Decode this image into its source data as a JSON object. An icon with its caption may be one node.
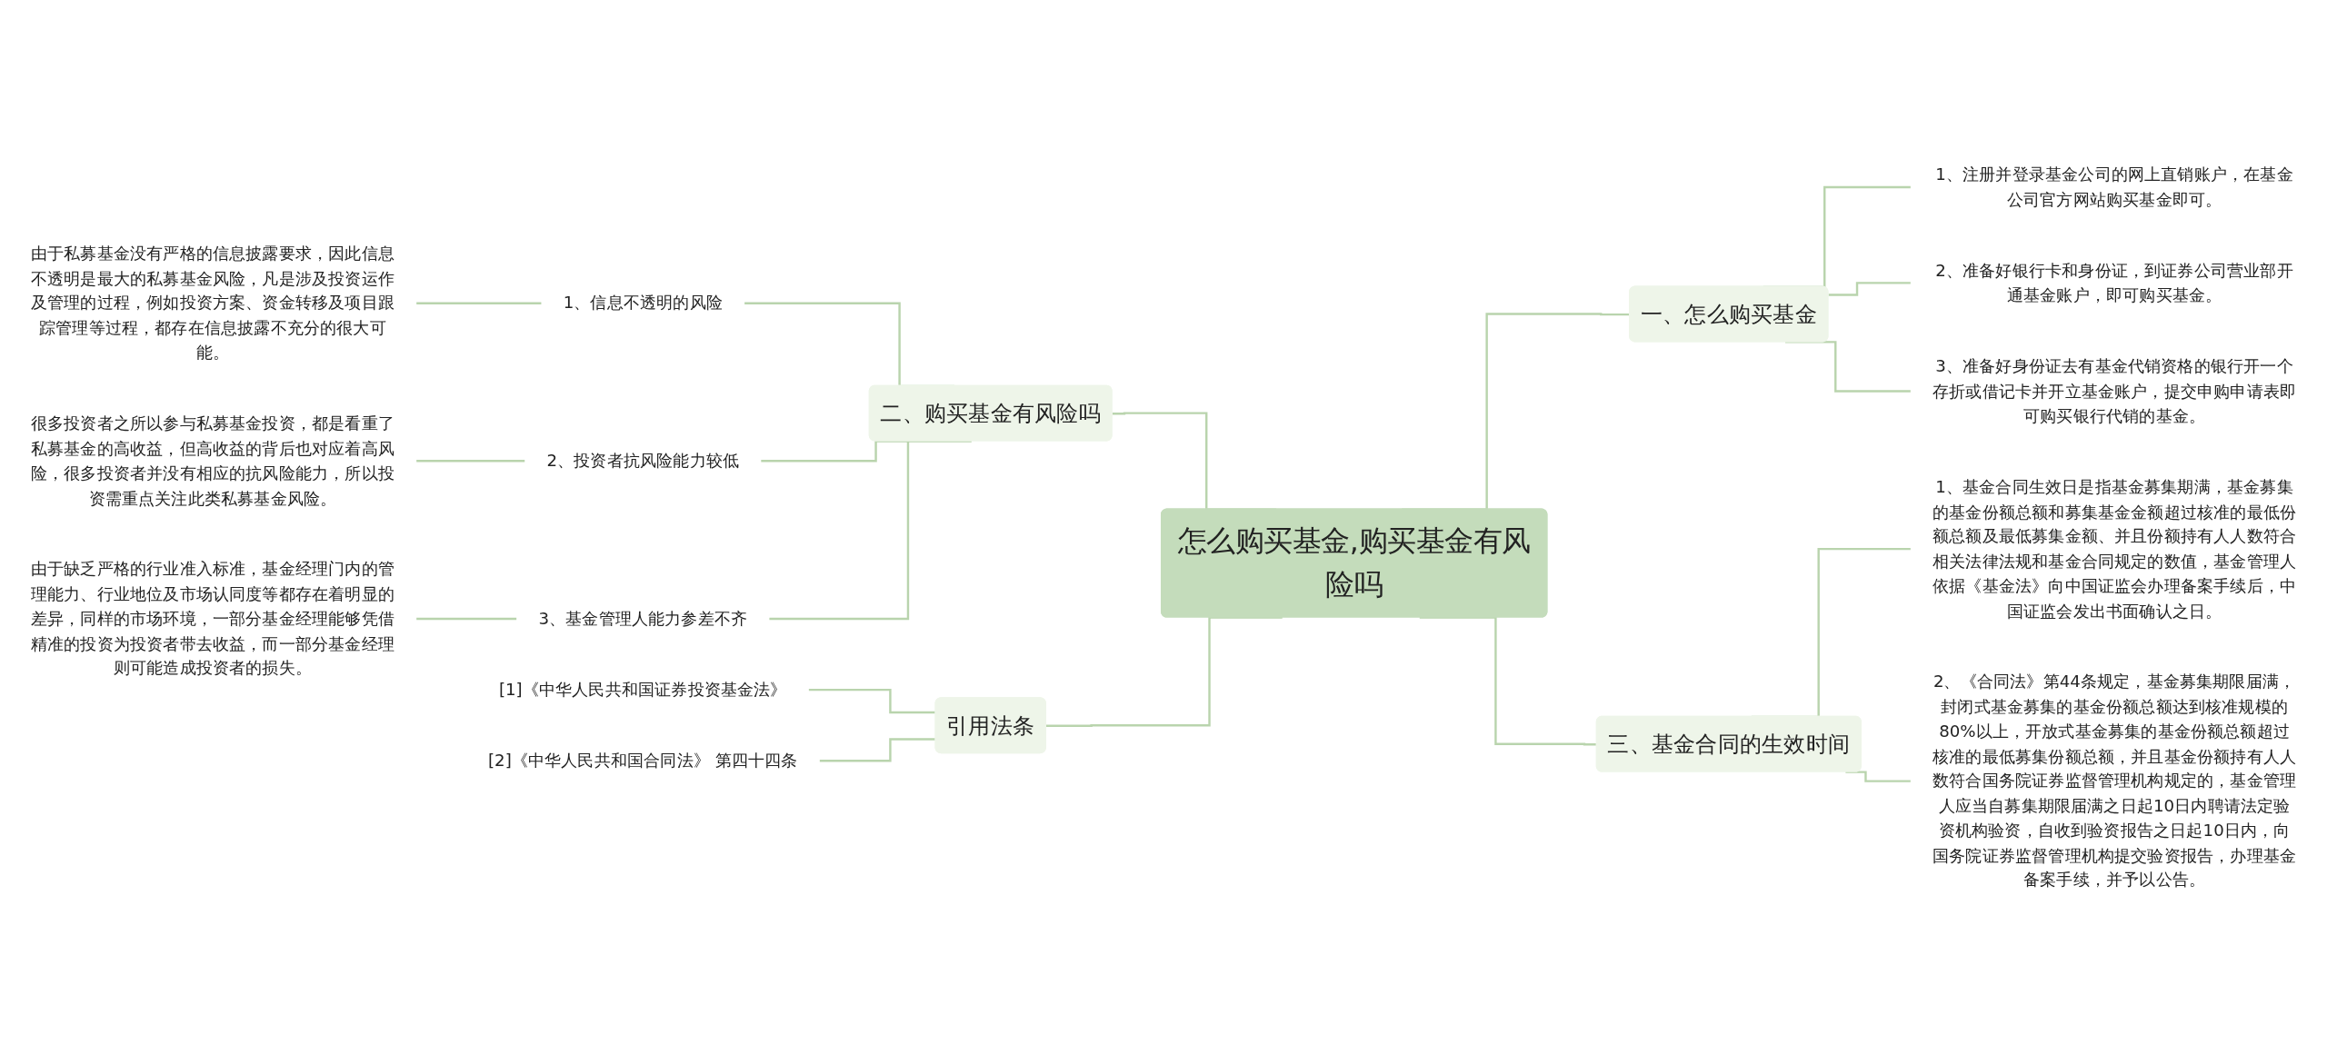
{
  "diagram": {
    "nodes": [
      {
        "text": [
          "怎么购买基金,购买基金有风险吗"
        ]
      },
      {
        "text": [
          "二、购买基金有风险吗"
        ]
      },
      {
        "text": [
          "1、信息不透明的风险"
        ]
      },
      {
        "text": [
          "由于私募基金没有严格的信息披露要求，因此信息不透明是最大的私募基金风险，凡是涉及投资运作及管理的过程，例如投资方案、资金转移及项目跟踪管理等过程，都存在信息披露不充分的很大可能。"
        ]
      },
      {
        "text": [
          "2、投资者抗风险能力较低"
        ]
      },
      {
        "text": [
          "很多投资者之所以参与私募基金投资，都是看重了私募基金的高收益，但高收益的背后也对应着高风险，很多投资者并没有相应的抗风险能力，所以投资需重点关注此类私募基金风险。"
        ]
      },
      {
        "text": [
          "3、基金管理人能力参差不齐"
        ]
      },
      {
        "text": [
          "由于缺乏严格的行业准入标准，基金经理门内的管理能力、行业地位及市场认同度等都存在着明显的差异，同样的市场环境，一部分基金经理能够凭借精准的投资为投资者带去收益，而一部分基金经理则可能造成投资者的损失。"
        ]
      },
      {
        "text": [
          "引用法条"
        ]
      },
      {
        "text": [
          "[1]《中华人民共和国证券投资基金法》"
        ]
      },
      {
        "text": [
          "[2]《中华人民共和国合同法》 第四十四条"
        ]
      },
      {
        "text": [
          "一、怎么购买基金"
        ]
      },
      {
        "text": [
          "1、注册并登录基金公司的网上直销账户，在基金公司官方网站购买基金即可。"
        ]
      },
      {
        "text": [
          "2、准备好银行卡和身份证，到证券公司营业部开通基金账户，即可购买基金。"
        ]
      },
      {
        "text": [
          "3、准备好身份证去有基金代销资格的银行开一个存折或借记卡并开立基金账户，提交申购申请表即可购买银行代销的基金。"
        ]
      },
      {
        "text": [
          "三、基金合同的生效时间"
        ]
      },
      {
        "text": [
          "1、基金合同生效日是指基金募集期满，基金募集的基金份额总额和募集基金金额超过核准的最低份额总额及最低募集金额、并且份额持有人人数符合相关法律法规和基金合同规定的数值，基金管理人依据《基金法》向中国证监会办理备案手续后，中国证监会发出书面确认之日。"
        ]
      },
      {
        "text": [
          "2、《合同法》第44条规定，基金募集期限届满，封闭式基金募集的基金份额总额达到核准规模的80%以上，开放式基金募集的基金份额总额超过核准的最低募集份额总额，并且基金份额持有人人数符合国务院证券监督管理机构规定的，基金管理人应当自募集期限届满之日起10日内聘请法定验资机构验资，自收到验资报告之日起10日内，向国务院证券监督管理机构提交验资报告，办理基金备案手续，并予以公告。"
        ]
      }
    ],
    "edges": [
      {
        "from": 1,
        "to": 0,
        "arrow": "none"
      },
      {
        "from": 2,
        "to": 1,
        "arrow": "none"
      },
      {
        "from": 3,
        "to": 2,
        "arrow": "none"
      },
      {
        "from": 4,
        "to": 1,
        "arrow": "none"
      },
      {
        "from": 5,
        "to": 4,
        "arrow": "none"
      },
      {
        "from": 6,
        "to": 1,
        "arrow": "none"
      },
      {
        "from": 7,
        "to": 6,
        "arrow": "none"
      },
      {
        "from": 8,
        "to": 0,
        "arrow": "none"
      },
      {
        "from": 9,
        "to": 8,
        "arrow": "none"
      },
      {
        "from": 10,
        "to": 8,
        "arrow": "none"
      },
      {
        "from": 0,
        "to": 11,
        "arrow": "none"
      },
      {
        "from": 11,
        "to": 12,
        "arrow": "none"
      },
      {
        "from": 11,
        "to": 13,
        "arrow": "none"
      },
      {
        "from": 11,
        "to": 14,
        "arrow": "none"
      },
      {
        "from": 0,
        "to": 15,
        "arrow": "none"
      },
      {
        "from": 15,
        "to": 16,
        "arrow": "none"
      },
      {
        "from": 15,
        "to": 17,
        "arrow": "none"
      }
    ]
  }
}
